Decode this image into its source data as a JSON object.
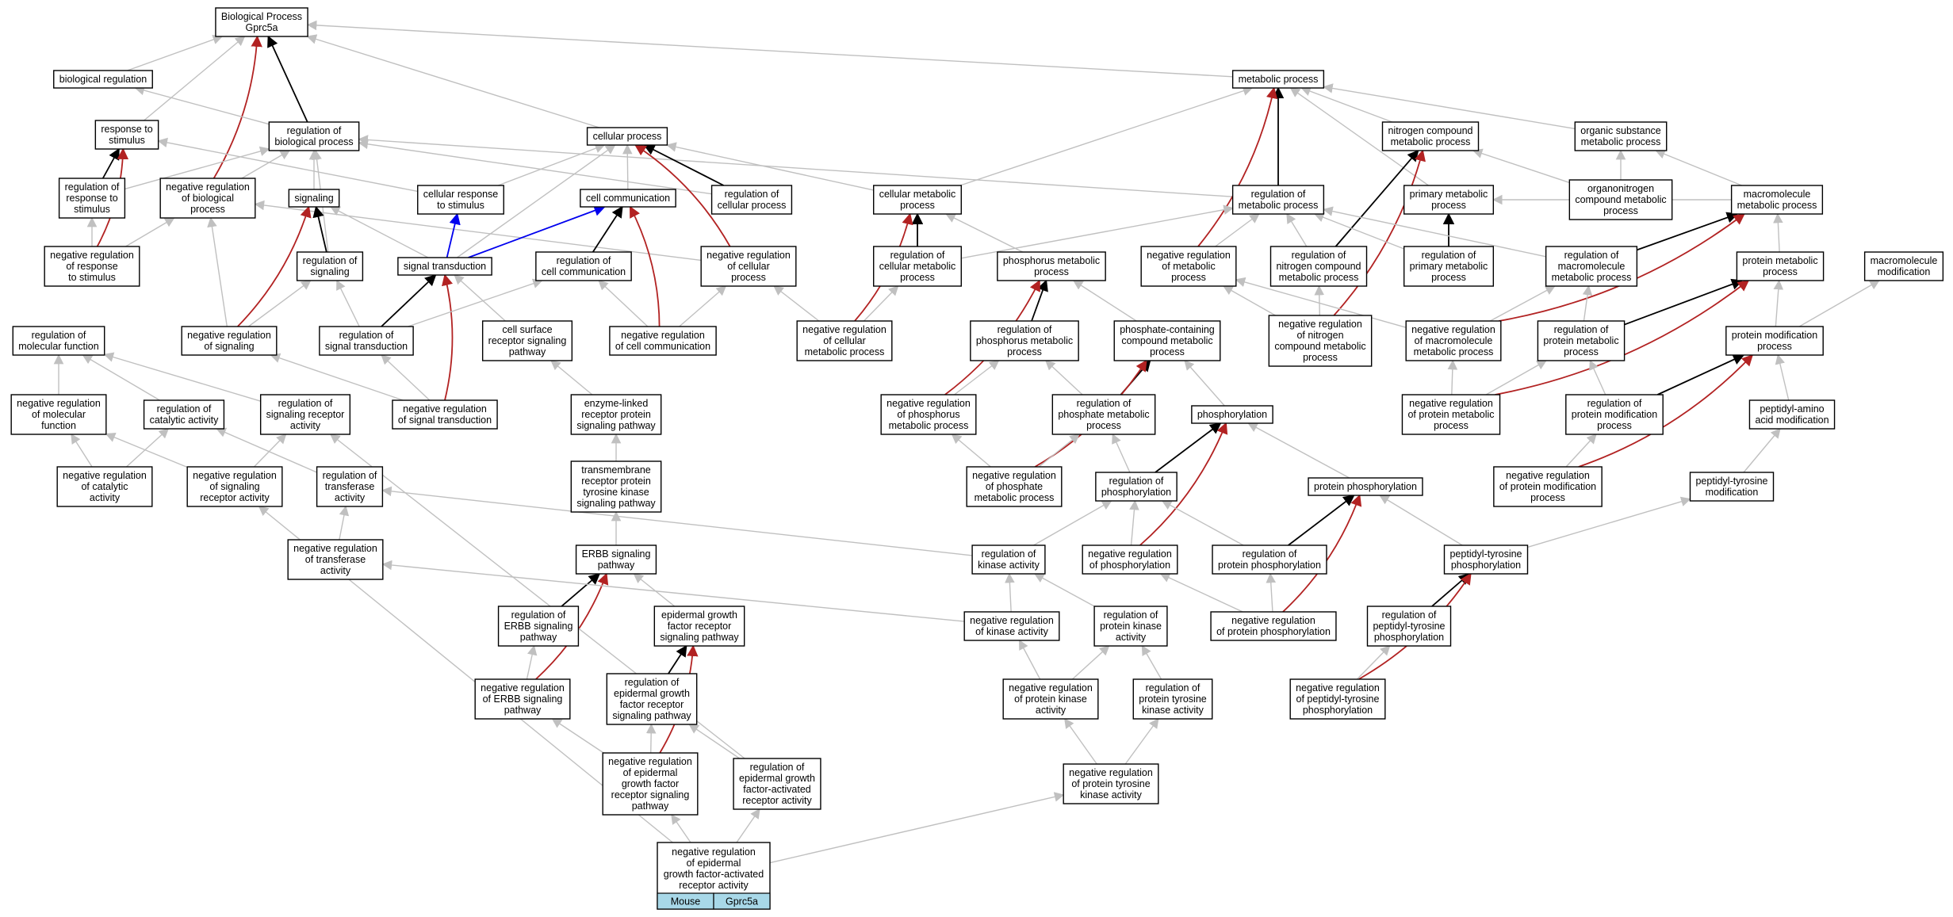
{
  "source_term": {
    "lines": [
      "negative regulation",
      "of epidermal",
      "growth factor-activated",
      "receptor activity"
    ],
    "species": "Mouse",
    "gene": "Gprc5a"
  },
  "colors": {
    "is_a": "#c0c0c0",
    "part_of": "#000000",
    "negatively_regulates": "#b22222",
    "regulates": "#0000ee",
    "species_cell": "#a8d8e8"
  },
  "nodes": {
    "root": [
      "Biological Process",
      "Gprc5a"
    ],
    "bioreg": [
      "biological regulation"
    ],
    "metab": [
      "metabolic process"
    ],
    "resp": [
      "response to",
      "stimulus"
    ],
    "regbio": [
      "regulation of",
      "biological process"
    ],
    "cellproc": [
      "cellular process"
    ],
    "nitro": [
      "nitrogen compound",
      "metabolic process"
    ],
    "orgsub": [
      "organic substance",
      "metabolic process"
    ],
    "regresp": [
      "regulation of",
      "response to",
      "stimulus"
    ],
    "negregbio": [
      "negative regulation",
      "of biological",
      "process"
    ],
    "signaling": [
      "signaling"
    ],
    "cellresp": [
      "cellular response",
      "to stimulus"
    ],
    "cellcomm": [
      "cell communication"
    ],
    "regcell": [
      "regulation of",
      "cellular process"
    ],
    "cellmet": [
      "cellular metabolic",
      "process"
    ],
    "regmet": [
      "regulation of",
      "metabolic process"
    ],
    "primet": [
      "primary metabolic",
      "process"
    ],
    "organonitro": [
      "organonitrogen",
      "compound metabolic",
      "process"
    ],
    "macromet": [
      "macromolecule",
      "metabolic process"
    ],
    "negregresp": [
      "negative regulation",
      "of response",
      "to stimulus"
    ],
    "regsig": [
      "regulation of",
      "signaling"
    ],
    "sigtrans": [
      "signal transduction"
    ],
    "regcellcomm": [
      "regulation of",
      "cell communication"
    ],
    "negregcell": [
      "negative regulation",
      "of cellular",
      "process"
    ],
    "regcellmet": [
      "regulation of",
      "cellular metabolic",
      "process"
    ],
    "phosmet": [
      "phosphorus metabolic",
      "process"
    ],
    "negregmet": [
      "negative regulation",
      "of metabolic",
      "process"
    ],
    "regnitro": [
      "regulation of",
      "nitrogen compound",
      "metabolic process"
    ],
    "regprimet": [
      "regulation of",
      "primary metabolic",
      "process"
    ],
    "regmacro": [
      "regulation of",
      "macromolecule",
      "metabolic process"
    ],
    "protmet": [
      "protein metabolic",
      "process"
    ],
    "macromod": [
      "macromolecule",
      "modification"
    ],
    "regmolfn": [
      "regulation of",
      "molecular function"
    ],
    "negregsig": [
      "negative regulation",
      "of signaling"
    ],
    "regsigtrans": [
      "regulation of",
      "signal transduction"
    ],
    "csrsp": [
      "cell surface",
      "receptor signaling",
      "pathway"
    ],
    "negregcellcomm": [
      "negative regulation",
      "of cell communication"
    ],
    "negregcellmet": [
      "negative regulation",
      "of cellular",
      "metabolic process"
    ],
    "regphosmet": [
      "regulation of",
      "phosphorus metabolic",
      "process"
    ],
    "phoscomp": [
      "phosphate-containing",
      "compound metabolic",
      "process"
    ],
    "negregnitro": [
      "negative regulation",
      "of nitrogen",
      "compound metabolic",
      "process"
    ],
    "negregmacro": [
      "negative regulation",
      "of macromolecule",
      "metabolic process"
    ],
    "regprotmet": [
      "regulation of",
      "protein metabolic",
      "process"
    ],
    "protmod": [
      "protein modification",
      "process"
    ],
    "negregmolfn": [
      "negative regulation",
      "of molecular",
      "function"
    ],
    "regcat": [
      "regulation of",
      "catalytic activity"
    ],
    "regsigrec": [
      "regulation of",
      "signaling receptor",
      "activity"
    ],
    "negregsigtrans": [
      "negative regulation",
      "of signal transduction"
    ],
    "elrpsp": [
      "enzyme-linked",
      "receptor protein",
      "signaling pathway"
    ],
    "negregphosmet": [
      "negative regulation",
      "of phosphorus",
      "metabolic process"
    ],
    "regphosphate": [
      "regulation of",
      "phosphate metabolic",
      "process"
    ],
    "phosphorylation": [
      "phosphorylation"
    ],
    "negregprotmet": [
      "negative regulation",
      "of protein metabolic",
      "process"
    ],
    "regprotmod": [
      "regulation of",
      "protein modification",
      "process"
    ],
    "pepamino": [
      "peptidyl-amino",
      "acid modification"
    ],
    "negregcat": [
      "negative regulation",
      "of catalytic",
      "activity"
    ],
    "negregsigrec": [
      "negative regulation",
      "of signaling",
      "receptor activity"
    ],
    "regtrans": [
      "regulation of",
      "transferase",
      "activity"
    ],
    "tmrptk": [
      "transmembrane",
      "receptor protein",
      "tyrosine kinase",
      "signaling pathway"
    ],
    "negregphosphate": [
      "negative regulation",
      "of phosphate",
      "metabolic process"
    ],
    "regphosphorylation": [
      "regulation of",
      "phosphorylation"
    ],
    "protphos": [
      "protein phosphorylation"
    ],
    "negregprotmod": [
      "negative regulation",
      "of protein modification",
      "process"
    ],
    "peptyrmod": [
      "peptidyl-tyrosine",
      "modification"
    ],
    "negregtrans": [
      "negative regulation",
      "of transferase",
      "activity"
    ],
    "erbb": [
      "ERBB signaling",
      "pathway"
    ],
    "regkinase": [
      "regulation of",
      "kinase activity"
    ],
    "negregphosphorylation": [
      "negative regulation",
      "of phosphorylation"
    ],
    "regprotphos": [
      "regulation of",
      "protein phosphorylation"
    ],
    "peptyrphos": [
      "peptidyl-tyrosine",
      "phosphorylation"
    ],
    "regerbb": [
      "regulation of",
      "ERBB signaling",
      "pathway"
    ],
    "egfr": [
      "epidermal growth",
      "factor receptor",
      "signaling pathway"
    ],
    "negregkinase": [
      "negative regulation",
      "of kinase activity"
    ],
    "regprotkinase": [
      "regulation of",
      "protein kinase",
      "activity"
    ],
    "negregprotphos": [
      "negative regulation",
      "of protein phosphorylation"
    ],
    "regpeptyrphos": [
      "regulation of",
      "peptidyl-tyrosine",
      "phosphorylation"
    ],
    "negregerbb": [
      "negative regulation",
      "of ERBB signaling",
      "pathway"
    ],
    "regegfr": [
      "regulation of",
      "epidermal growth",
      "factor receptor",
      "signaling pathway"
    ],
    "negregprotkinase": [
      "negative regulation",
      "of protein kinase",
      "activity"
    ],
    "regprottyrkinase": [
      "regulation of",
      "protein tyrosine",
      "kinase activity"
    ],
    "negregpeptyrphos": [
      "negative regulation",
      "of peptidyl-tyrosine",
      "phosphorylation"
    ],
    "negregegfr": [
      "negative regulation",
      "of epidermal",
      "growth factor",
      "receptor signaling",
      "pathway"
    ],
    "regegfar": [
      "regulation of",
      "epidermal growth",
      "factor-activated",
      "receptor activity"
    ],
    "negregprottyrkinase": [
      "negative regulation",
      "of protein tyrosine",
      "kinase activity"
    ]
  },
  "edges": [
    [
      "bioreg",
      "root",
      "is_a"
    ],
    [
      "resp",
      "root",
      "is_a"
    ],
    [
      "regbio",
      "root",
      "part_of"
    ],
    [
      "negregbio",
      "root",
      "neg"
    ],
    [
      "metab",
      "root",
      "is_a"
    ],
    [
      "cellproc",
      "root",
      "is_a"
    ],
    [
      "regbio",
      "bioreg",
      "is_a"
    ],
    [
      "regresp",
      "resp",
      "part_of"
    ],
    [
      "negregresp",
      "resp",
      "neg"
    ],
    [
      "cellresp",
      "resp",
      "is_a"
    ],
    [
      "regresp",
      "regbio",
      "is_a"
    ],
    [
      "negregbio",
      "regbio",
      "is_a"
    ],
    [
      "signaling",
      "regbio",
      "is_a"
    ],
    [
      "regsig",
      "regbio",
      "is_a"
    ],
    [
      "regcell",
      "regbio",
      "is_a"
    ],
    [
      "regmet",
      "regbio",
      "is_a"
    ],
    [
      "cellresp",
      "cellproc",
      "is_a"
    ],
    [
      "cellcomm",
      "cellproc",
      "is_a"
    ],
    [
      "regcell",
      "cellproc",
      "part_of"
    ],
    [
      "negregcell",
      "cellproc",
      "neg"
    ],
    [
      "cellmet",
      "cellproc",
      "is_a"
    ],
    [
      "sigtrans",
      "cellproc",
      "is_a"
    ],
    [
      "nitro",
      "metab",
      "is_a"
    ],
    [
      "orgsub",
      "metab",
      "is_a"
    ],
    [
      "primet",
      "metab",
      "is_a"
    ],
    [
      "regmet",
      "metab",
      "part_of"
    ],
    [
      "negregmet",
      "metab",
      "neg"
    ],
    [
      "cellmet",
      "metab",
      "is_a"
    ],
    [
      "macromet",
      "orgsub",
      "is_a"
    ],
    [
      "organonitro",
      "orgsub",
      "is_a"
    ],
    [
      "organonitro",
      "nitro",
      "is_a"
    ],
    [
      "regnitro",
      "nitro",
      "part_of"
    ],
    [
      "negregnitro",
      "nitro",
      "neg"
    ],
    [
      "regprimet",
      "primet",
      "part_of"
    ],
    [
      "macromet",
      "primet",
      "is_a"
    ],
    [
      "regmacro",
      "macromet",
      "part_of"
    ],
    [
      "negregmacro",
      "macromet",
      "neg"
    ],
    [
      "protmet",
      "macromet",
      "is_a"
    ],
    [
      "negregresp",
      "regresp",
      "is_a"
    ],
    [
      "negregresp",
      "negregbio",
      "is_a"
    ],
    [
      "negregsig",
      "negregbio",
      "is_a"
    ],
    [
      "negregcell",
      "negregbio",
      "is_a"
    ],
    [
      "sigtrans",
      "signaling",
      "is_a"
    ],
    [
      "regsig",
      "signaling",
      "part_of"
    ],
    [
      "negregsig",
      "signaling",
      "neg"
    ],
    [
      "sigtrans",
      "cellresp",
      "reg"
    ],
    [
      "sigtrans",
      "cellcomm",
      "reg"
    ],
    [
      "regcellcomm",
      "cellcomm",
      "part_of"
    ],
    [
      "negregcellcomm",
      "cellcomm",
      "neg"
    ],
    [
      "regcellmet",
      "cellmet",
      "part_of"
    ],
    [
      "negregcellmet",
      "cellmet",
      "neg"
    ],
    [
      "phosmet",
      "cellmet",
      "is_a"
    ],
    [
      "regcellmet",
      "regmet",
      "is_a"
    ],
    [
      "negregmet",
      "regmet",
      "is_a"
    ],
    [
      "regnitro",
      "regmet",
      "is_a"
    ],
    [
      "regprimet",
      "regmet",
      "is_a"
    ],
    [
      "regmacro",
      "regmet",
      "is_a"
    ],
    [
      "regsigtrans",
      "regsig",
      "is_a"
    ],
    [
      "negregsig",
      "regsig",
      "is_a"
    ],
    [
      "regsigtrans",
      "sigtrans",
      "part_of"
    ],
    [
      "negregsigtrans",
      "sigtrans",
      "neg"
    ],
    [
      "csrsp",
      "sigtrans",
      "is_a"
    ],
    [
      "regsigtrans",
      "regcellcomm",
      "is_a"
    ],
    [
      "negregcellcomm",
      "regcellcomm",
      "is_a"
    ],
    [
      "negregcellcomm",
      "negregcell",
      "is_a"
    ],
    [
      "negregcellmet",
      "negregcell",
      "is_a"
    ],
    [
      "negregcellmet",
      "regcellmet",
      "is_a"
    ],
    [
      "regphosmet",
      "phosmet",
      "part_of"
    ],
    [
      "negregphosmet",
      "phosmet",
      "neg"
    ],
    [
      "phoscomp",
      "phosmet",
      "is_a"
    ],
    [
      "negregnitro",
      "negregmet",
      "is_a"
    ],
    [
      "negregmacro",
      "negregmet",
      "is_a"
    ],
    [
      "negregnitro",
      "regnitro",
      "is_a"
    ],
    [
      "negregmacro",
      "regmacro",
      "is_a"
    ],
    [
      "regprotmet",
      "regmacro",
      "is_a"
    ],
    [
      "regprotmet",
      "protmet",
      "part_of"
    ],
    [
      "negregprotmet",
      "protmet",
      "neg"
    ],
    [
      "protmod",
      "protmet",
      "is_a"
    ],
    [
      "protmod",
      "macromod",
      "is_a"
    ],
    [
      "negregmolfn",
      "regmolfn",
      "is_a"
    ],
    [
      "regcat",
      "regmolfn",
      "is_a"
    ],
    [
      "regsigrec",
      "regmolfn",
      "is_a"
    ],
    [
      "negregsigtrans",
      "regsigtrans",
      "is_a"
    ],
    [
      "negregsigtrans",
      "negregsig",
      "is_a"
    ],
    [
      "elrpsp",
      "csrsp",
      "is_a"
    ],
    [
      "negregphosmet",
      "regphosmet",
      "is_a"
    ],
    [
      "regphosphate",
      "regphosmet",
      "is_a"
    ],
    [
      "regphosphate",
      "phoscomp",
      "part_of"
    ],
    [
      "negregphosphate",
      "phoscomp",
      "neg"
    ],
    [
      "phosphorylation",
      "phoscomp",
      "is_a"
    ],
    [
      "negregprotmet",
      "negregmacro",
      "is_a"
    ],
    [
      "negregprotmet",
      "regprotmet",
      "is_a"
    ],
    [
      "regprotmod",
      "regprotmet",
      "is_a"
    ],
    [
      "regprotmod",
      "protmod",
      "part_of"
    ],
    [
      "negregprotmod",
      "protmod",
      "neg"
    ],
    [
      "pepamino",
      "protmod",
      "is_a"
    ],
    [
      "negregcat",
      "negregmolfn",
      "is_a"
    ],
    [
      "negregsigrec",
      "negregmolfn",
      "is_a"
    ],
    [
      "negregcat",
      "regcat",
      "is_a"
    ],
    [
      "regtrans",
      "regcat",
      "is_a"
    ],
    [
      "negregsigrec",
      "regsigrec",
      "is_a"
    ],
    [
      "tmrptk",
      "elrpsp",
      "is_a"
    ],
    [
      "negregphosphate",
      "regphosphate",
      "is_a"
    ],
    [
      "negregphosphate",
      "negregphosmet",
      "is_a"
    ],
    [
      "regphosphorylation",
      "phosphorylation",
      "part_of"
    ],
    [
      "negregphosphorylation",
      "phosphorylation",
      "neg"
    ],
    [
      "protphos",
      "phosphorylation",
      "is_a"
    ],
    [
      "negregprotmod",
      "regprotmod",
      "is_a"
    ],
    [
      "peptyrmod",
      "pepamino",
      "is_a"
    ],
    [
      "negregtrans",
      "regtrans",
      "is_a"
    ],
    [
      "erbb",
      "tmrptk",
      "is_a"
    ],
    [
      "regphosphorylation",
      "regphosphate",
      "is_a"
    ],
    [
      "negregphosphorylation",
      "regphosphorylation",
      "is_a"
    ],
    [
      "regprotphos",
      "protphos",
      "part_of"
    ],
    [
      "negregprotphos",
      "protphos",
      "neg"
    ],
    [
      "peptyrphos",
      "protphos",
      "is_a"
    ],
    [
      "peptyrphos",
      "peptyrmod",
      "is_a"
    ],
    [
      "regkinase",
      "regtrans",
      "is_a"
    ],
    [
      "regerbb",
      "erbb",
      "part_of"
    ],
    [
      "negregerbb",
      "erbb",
      "neg"
    ],
    [
      "egfr",
      "erbb",
      "is_a"
    ],
    [
      "negregkinase",
      "regkinase",
      "is_a"
    ],
    [
      "negregkinase",
      "negregtrans",
      "is_a"
    ],
    [
      "regkinase",
      "regphosphorylation",
      "is_a"
    ],
    [
      "regprotphos",
      "regphosphorylation",
      "is_a"
    ],
    [
      "negregprotphos",
      "regprotphos",
      "is_a"
    ],
    [
      "negregprotphos",
      "negregphosphorylation",
      "is_a"
    ],
    [
      "regprotkinase",
      "regkinase",
      "is_a"
    ],
    [
      "regpeptyrphos",
      "peptyrphos",
      "part_of"
    ],
    [
      "negregpeptyrphos",
      "peptyrphos",
      "neg"
    ],
    [
      "negregerbb",
      "regerbb",
      "is_a"
    ],
    [
      "regegfr",
      "egfr",
      "part_of"
    ],
    [
      "negregegfr",
      "egfr",
      "neg"
    ],
    [
      "negregprotkinase",
      "regprotkinase",
      "is_a"
    ],
    [
      "negregprotkinase",
      "negregkinase",
      "is_a"
    ],
    [
      "regprottyrkinase",
      "regprotkinase",
      "is_a"
    ],
    [
      "negregpeptyrphos",
      "regpeptyrphos",
      "is_a"
    ],
    [
      "negregegfr",
      "regegfr",
      "is_a"
    ],
    [
      "negregegfr",
      "negregerbb",
      "is_a"
    ],
    [
      "negregprottyrkinase",
      "regprottyrkinase",
      "is_a"
    ],
    [
      "negregprottyrkinase",
      "negregprotkinase",
      "is_a"
    ],
    [
      "source",
      "negregegfr",
      "is_a"
    ],
    [
      "source",
      "regegfar",
      "is_a"
    ],
    [
      "source",
      "negregprottyrkinase",
      "is_a"
    ],
    [
      "source",
      "negregsigrec",
      "is_a"
    ],
    [
      "regegfar",
      "regsigrec",
      "is_a"
    ],
    [
      "regegfar",
      "regegfr",
      "is_a"
    ]
  ]
}
